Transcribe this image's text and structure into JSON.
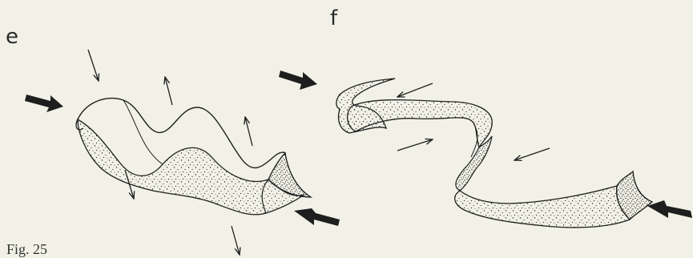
{
  "panels": {
    "e": "e",
    "f": "f"
  },
  "caption": "Fig. 25",
  "colors": {
    "background": "#f1f1e7",
    "ink": "#1e1e1e",
    "stipple": "#2b2b2b"
  }
}
